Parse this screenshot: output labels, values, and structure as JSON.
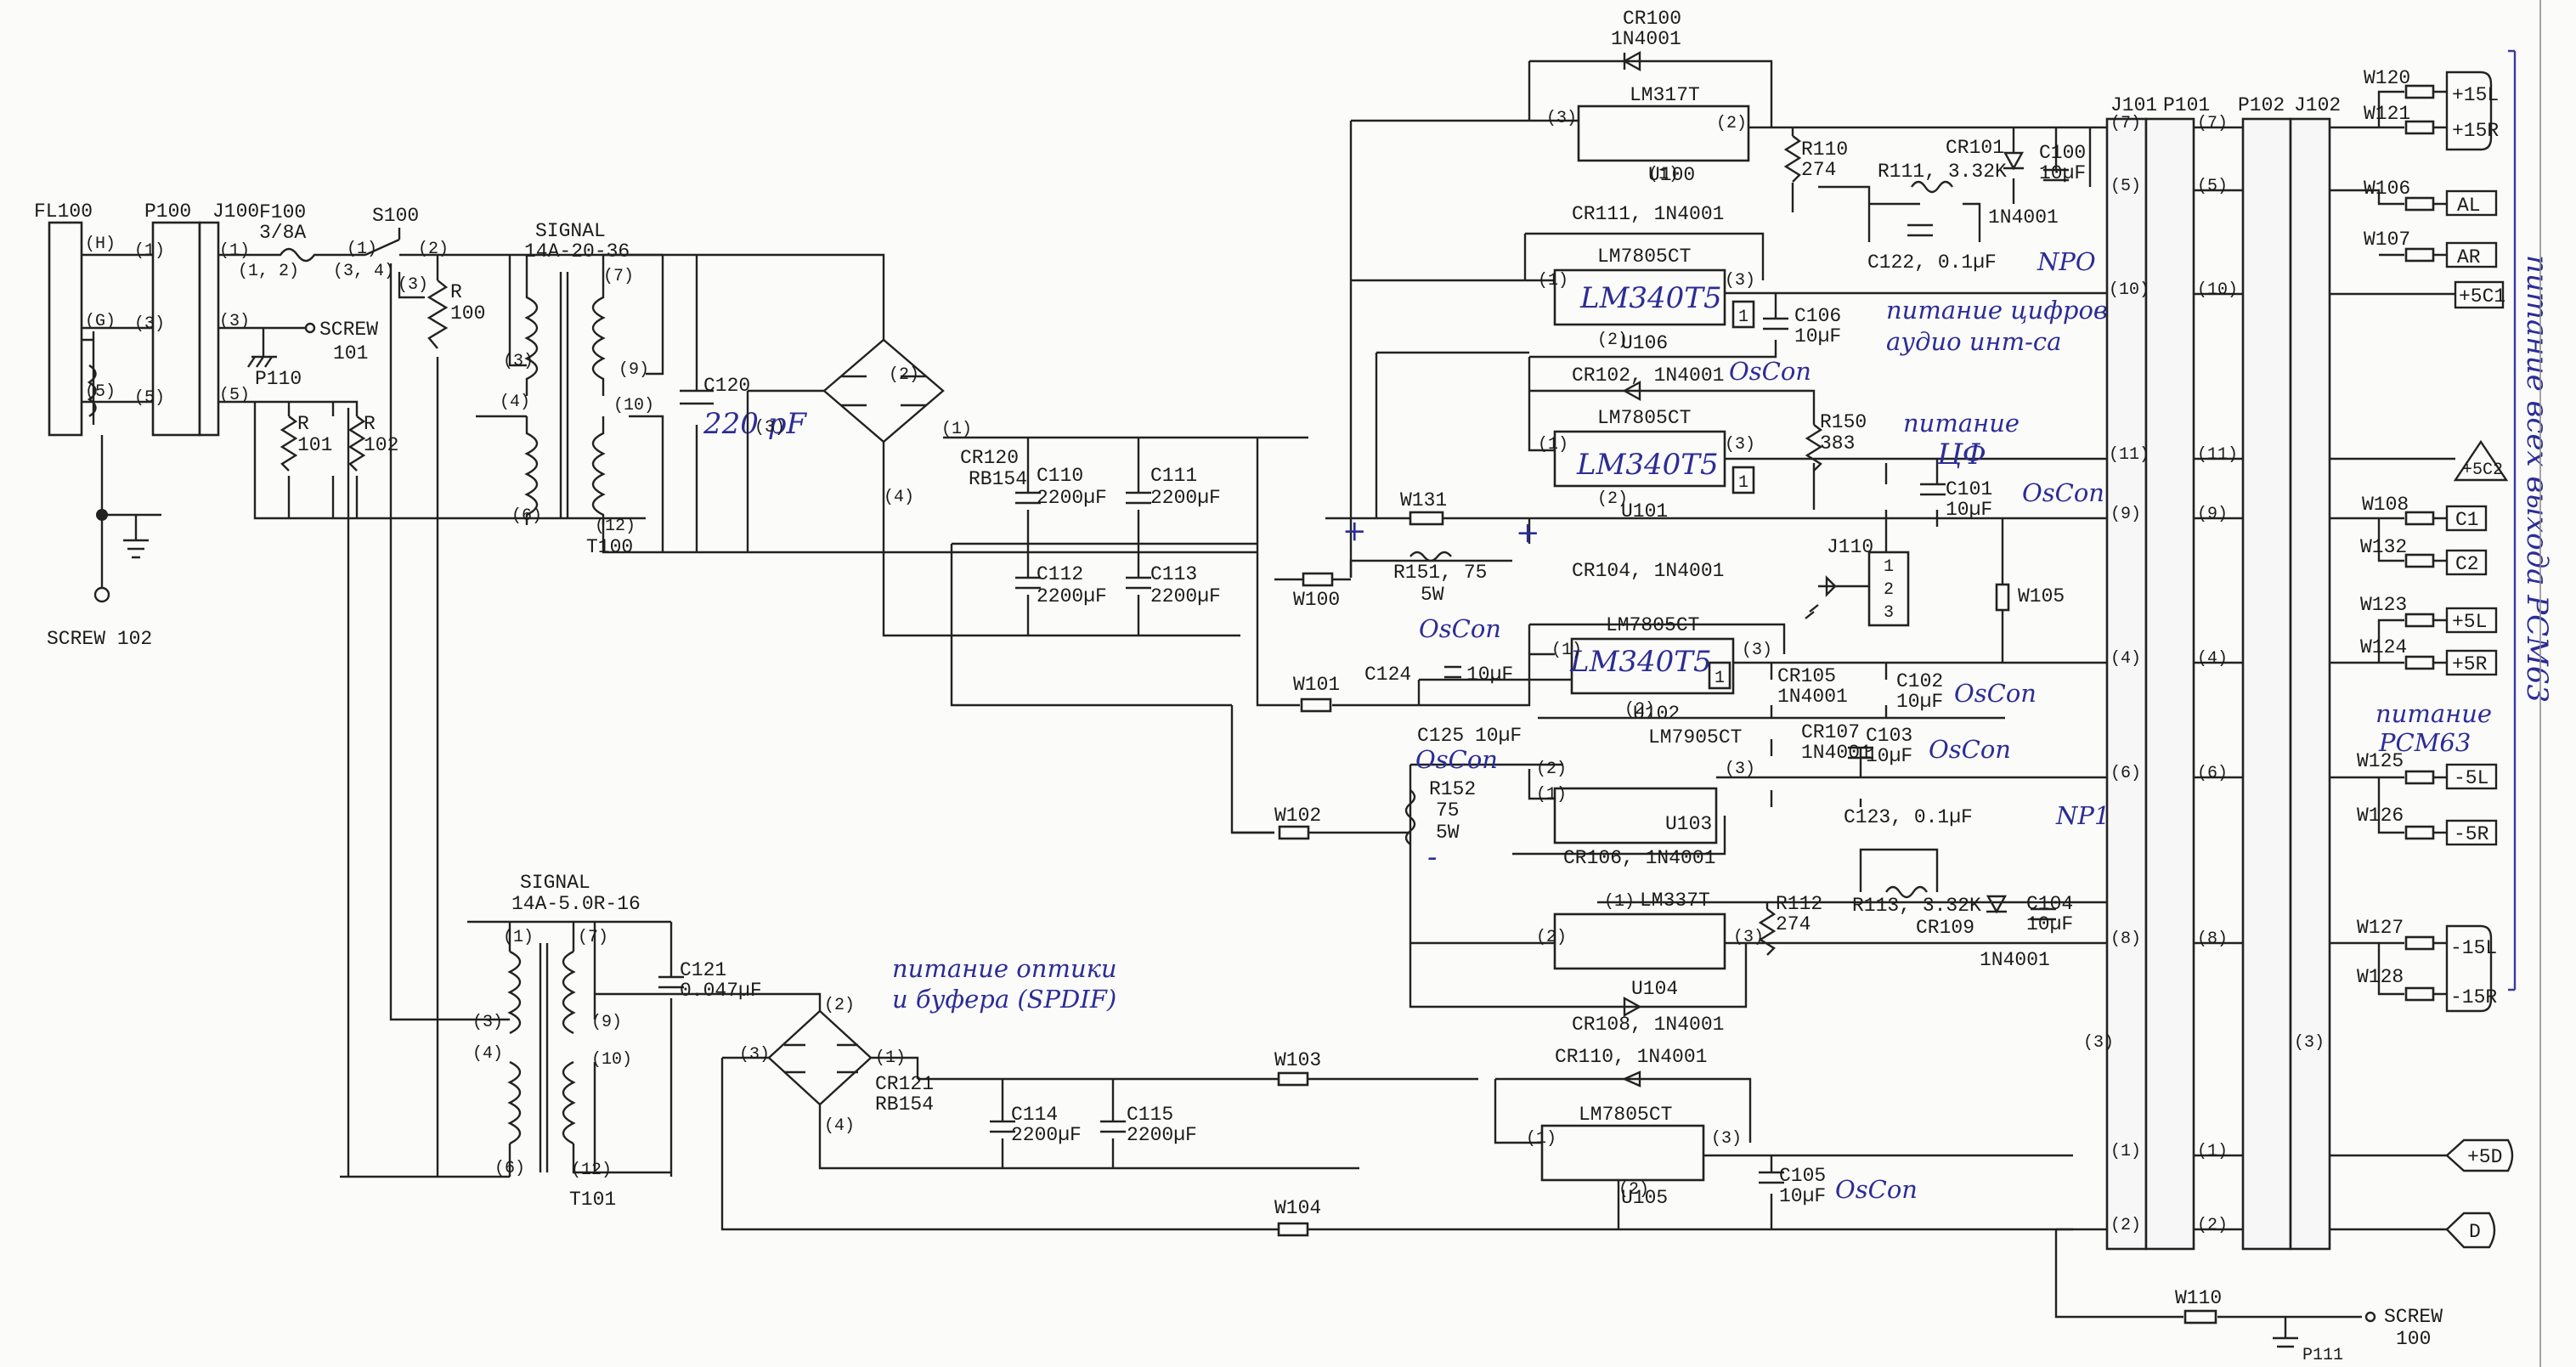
{
  "input": {
    "fl100": "FL100",
    "p100": "P100",
    "j100": "J100",
    "f100": "F100",
    "f100_rating": "3/8A",
    "s100": "S100",
    "screw101": "SCREW",
    "screw101_num": "101",
    "p110": "P110",
    "screw102": "SCREW 102",
    "r101": "R",
    "r101_val": "101",
    "r102": "R",
    "r102_val": "102",
    "r100": "R",
    "r100_val": "100",
    "pin1": "(1)",
    "pin3": "(3)",
    "pin5": "(5)",
    "g": "(G)",
    "h1": "(H)",
    "h3": "(3)",
    "h5": "(5)",
    "p12": "(1, 2)",
    "p34": "(3, 4)",
    "s1": "(1)",
    "s2": "(2)",
    "s3": "(3)"
  },
  "transformers": {
    "t100": "T100",
    "t100_signal": "SIGNAL",
    "t100_type": "14A-20-36",
    "t101": "T101",
    "t101_signal": "SIGNAL",
    "t101_type": "14A-5.0R-16",
    "c120": "C120",
    "c120_hw": "220 pF",
    "c121": "C121",
    "c121_val": "0.047µF",
    "pins": [
      "(1)",
      "(3)",
      "(4)",
      "(6)",
      "(7)",
      "(9)",
      "(10)",
      "(12)"
    ]
  },
  "bridges": {
    "cr120": "CR120",
    "cr120_type": "RB154",
    "cr121": "CR121",
    "cr121_type": "RB154",
    "p1": "(1)",
    "p2": "(2)",
    "p3": "(3)",
    "p4": "(4)"
  },
  "caps": {
    "c110": "C110",
    "c110_val": "2200µF",
    "c111": "C111",
    "c111_val": "2200µF",
    "c112": "C112",
    "c112_val": "2200µF",
    "c113": "C113",
    "c113_val": "2200µF",
    "c114": "C114",
    "c114_val": "2200µF",
    "c115": "C115",
    "c115_val": "2200µF",
    "c100": "C100",
    "c100_val": "10µF",
    "c106": "C106",
    "c106_val": "10µF",
    "c101": "C101",
    "c101_val": "10µF",
    "c102": "C102",
    "c102_val": "10µF",
    "c103": "C103",
    "c103_val": "10µF",
    "c104": "C104",
    "c104_val": "10µF",
    "c105": "C105",
    "c105_val": "10µF",
    "c124": "C124",
    "c124_val": "10µF",
    "c125": "C125",
    "c125_val": "10µF",
    "c122": "C122, 0.1µF",
    "c123": "C123, 0.1µF"
  },
  "regulators": {
    "u100": "LM317T",
    "u100_ref": "U100",
    "u106": "LM7805CT",
    "u106_ref": "U106",
    "u101": "LM7805CT",
    "u101_ref": "U101",
    "u102": "LM7805CT",
    "u102_ref": "U102",
    "u103": "LM7905CT",
    "u103_ref": "U103",
    "u104": "LM337T",
    "u104_ref": "U104",
    "u105": "LM7805CT",
    "u105_ref": "U105",
    "hw_subst": "LM340T5",
    "hw_one": "1",
    "r1": "(1)",
    "r2": "(2)",
    "r3": "(3)"
  },
  "diodes": {
    "cr100": "CR100",
    "cr100_type": "1N4001",
    "cr101": "CR101",
    "cr101_type": "1N4001",
    "cr111": "CR111, 1N4001",
    "cr102": "CR102, 1N4001",
    "cr104": "CR104, 1N4001",
    "cr105": "CR105",
    "cr105_type": "1N4001",
    "cr107": "CR107",
    "cr107_type": "1N4001",
    "cr106": "CR106, 1N4001",
    "cr109": "CR109",
    "cr109_type": "1N4001",
    "cr108": "CR108, 1N4001",
    "cr110": "CR110, 1N4001"
  },
  "resistors": {
    "r110": "R110",
    "r110_val": "274",
    "r111": "R111, 3.32K",
    "r112": "R112",
    "r112_val": "274",
    "r113": "R113, 3.32K",
    "r150": "R150",
    "r150_val": "383",
    "r151": "R151, 75",
    "r151_w": "5W",
    "r152": "R152",
    "r152_val": "75",
    "r152_w": "5W"
  },
  "jumpers": {
    "w100": "W100",
    "w101": "W101",
    "w102": "W102",
    "w103": "W103",
    "w104": "W104",
    "w105": "W105",
    "w110": "W110",
    "w131": "W131",
    "j110": "J110",
    "j110_pins": [
      "1",
      "2",
      "3"
    ]
  },
  "bus": {
    "j101": "J101",
    "p101": "P101",
    "p102": "P102",
    "j102": "J102",
    "pins": [
      "(7)",
      "(5)",
      "(10)",
      "(11)",
      "(9)",
      "(4)",
      "(6)",
      "(8)",
      "(3)",
      "(1)",
      "(2)"
    ],
    "p111": "P111",
    "screw100": "SCREW",
    "screw100_num": "100"
  },
  "outputs": {
    "w120": "W120",
    "w121": "W121",
    "w106": "W106",
    "w107": "W107",
    "w108": "W108",
    "w132": "W132",
    "w123": "W123",
    "w124": "W124",
    "w125": "W125",
    "w126": "W126",
    "w127": "W127",
    "w128": "W128",
    "p15l": "+15L",
    "p15r": "+15R",
    "al": "AL",
    "ar": "AR",
    "p5c1": "+5C1",
    "p5c2": "+5C2",
    "c1": "C1",
    "c2": "C2",
    "p5l": "+5L",
    "p5r": "+5R",
    "m5l": "-5L",
    "m5r": "-5R",
    "m15l": "-15L",
    "m15r": "-15R",
    "p5d": "+5D",
    "d": "D"
  },
  "handwritten": {
    "npo": "NPO",
    "npo2": "NP1",
    "oscon": "OsCon",
    "pit_cifr_1": "питание цифрового",
    "pit_cifr_2": "аудио инт-са",
    "pit_cf_1": "питание",
    "pit_cf_2": "ЦФ",
    "pit_pcm_1": "питание",
    "pit_pcm_2": "PCM63",
    "pit_opt_1": "питание оптики",
    "pit_opt_2": "и буфера (SPDIF)",
    "side": "питание всех выхода PCM63",
    "plus": "+",
    "minus": "-"
  }
}
